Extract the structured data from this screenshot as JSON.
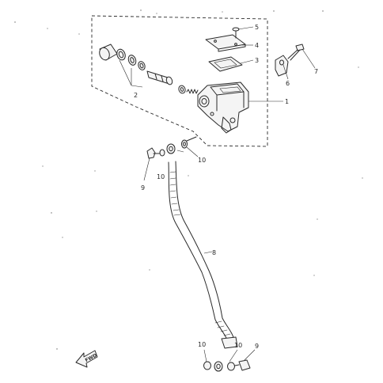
{
  "callouts": {
    "n1": "1",
    "n2": "2",
    "n3": "3",
    "n4": "4",
    "n5": "5",
    "n6": "6",
    "n7": "7",
    "n8": "8",
    "n9_upper": "9",
    "n9_lower": "9",
    "n10_upper_a": "10",
    "n10_upper_b": "10",
    "n10_lower_a": "10",
    "n10_lower_b": "10"
  },
  "direction_arrow": {
    "label": "FWD"
  }
}
